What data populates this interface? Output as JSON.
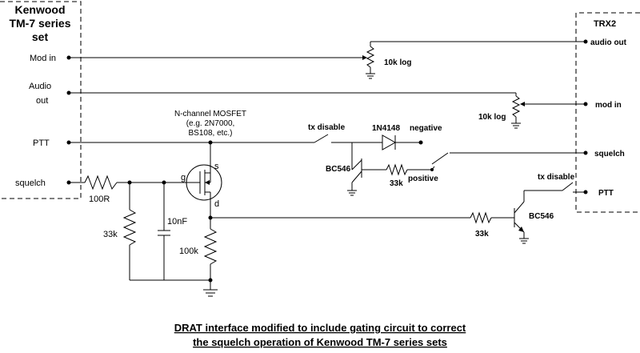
{
  "left_box": {
    "title_lines": [
      "Kenwood",
      "TM-7 series",
      "set"
    ],
    "ports": {
      "mod_in": "Mod in",
      "audio_out_1": "Audio",
      "audio_out_2": "out",
      "ptt": "PTT",
      "squelch": "squelch"
    }
  },
  "right_box": {
    "title": "TRX2",
    "ports": {
      "audio_out": "audio out",
      "mod_in": "mod in",
      "squelch": "squelch",
      "ptt": "PTT"
    }
  },
  "components": {
    "pot1": "10k log",
    "pot2": "10k log",
    "mosfet_line1": "N-channel MOSFET",
    "mosfet_line2": "(e.g. 2N7000,",
    "mosfet_line3": "BS108, etc.)",
    "gate": "g",
    "source": "s",
    "drain": "d",
    "r_series": "100R",
    "r_gate": "33k",
    "cap": "10nF",
    "r_drain": "100k",
    "switch1": "tx disable",
    "diode": "1N4148",
    "negative": "negative",
    "positive": "positive",
    "q1": "BC546",
    "r_q1": "33k",
    "switch2": "tx disable",
    "q2": "BC546",
    "r_q2": "33k"
  },
  "caption": {
    "line1": "DRAT interface modified to include gating circuit to correct",
    "line2": "the squelch operation of Kenwood TM-7 series sets"
  }
}
